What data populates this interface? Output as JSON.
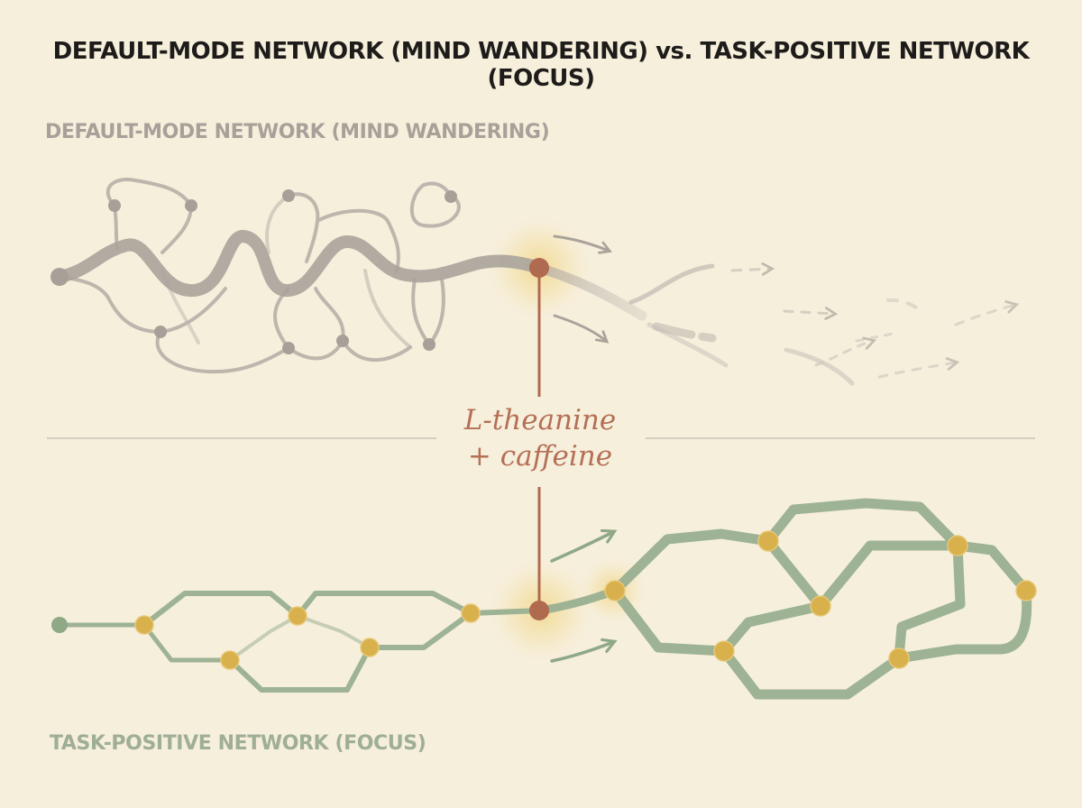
{
  "title": "DEFAULT-MODE NETWORK (MIND WANDERING) vs. TASK-POSITIVE NETWORK (FOCUS)",
  "top_network": {
    "label": "DEFAULT-MODE NETWORK (MIND WANDERING)",
    "color": "#aaa39b"
  },
  "bottom_network": {
    "label": "TASK-POSITIVE NETWORK (FOCUS)",
    "color": "#9db394",
    "node_color": "#d8b04c"
  },
  "intervention": {
    "line1": "L-theanine",
    "line2": "+ caffeine",
    "color": "#b06a4f"
  },
  "background": "#f6efdc"
}
